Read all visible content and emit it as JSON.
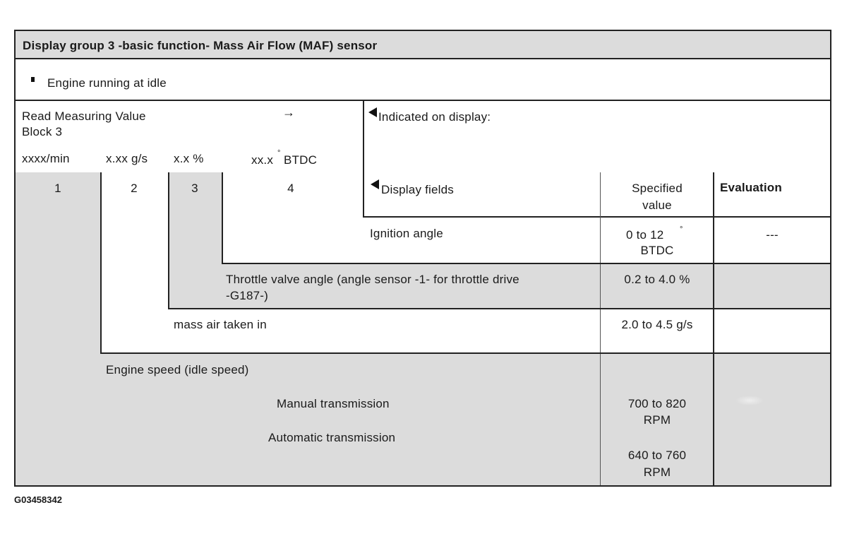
{
  "header": {
    "title": "Display group 3 -basic function- Mass Air Flow (MAF) sensor"
  },
  "condition": {
    "text": "Engine running at idle"
  },
  "read_block": {
    "line1": "Read Measuring Value",
    "line2": "Block 3",
    "arrow": "→",
    "indicated": "Indicated on display:"
  },
  "field_formats": [
    "xxxx/min",
    "x.xx g/s",
    "x.x %",
    "xx.x",
    "BTDC"
  ],
  "degree_symbol": "°",
  "field_numbers": [
    "1",
    "2",
    "3",
    "4"
  ],
  "columns": {
    "display_fields": "Display fields",
    "specified_line1": "Specified",
    "specified_line2": "value",
    "evaluation": "Evaluation"
  },
  "rows": {
    "ignition": {
      "label": "Ignition angle",
      "value_line1": "0 to 12",
      "value_line2": "BTDC",
      "evaluation": "---"
    },
    "throttle": {
      "label_line1": "Throttle valve angle (angle sensor -1- for throttle drive",
      "label_line2": "-G187-)",
      "value": "0.2 to 4.0 %"
    },
    "mass_air": {
      "label": "mass air taken in",
      "value": "2.0 to 4.5 g/s"
    },
    "engine_speed": {
      "label": "Engine speed (idle speed)",
      "manual_label": "Manual transmission",
      "automatic_label": "Automatic transmission",
      "manual_value_line1": "700 to 820",
      "manual_value_line2": "RPM",
      "auto_value_line1": "640 to 760",
      "auto_value_line2": "RPM"
    }
  },
  "caption": "G03458342"
}
